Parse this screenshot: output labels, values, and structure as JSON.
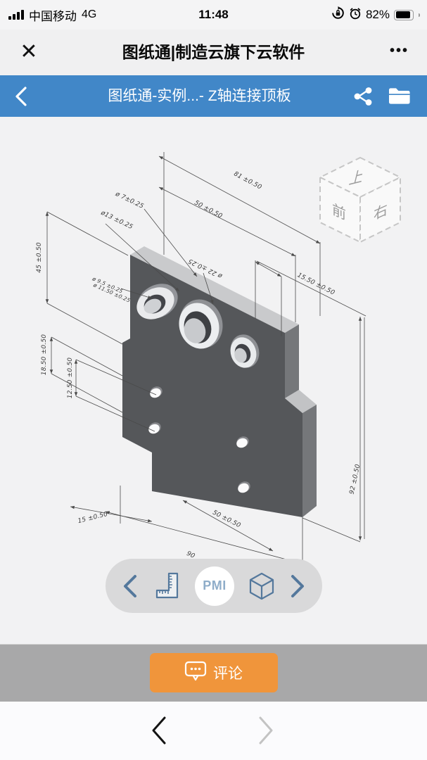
{
  "status_bar": {
    "carrier": "中国移动",
    "network": "4G",
    "time": "11:48",
    "battery_percent": "82%"
  },
  "nav_bar": {
    "close_glyph": "✕",
    "title": "图纸通|制造云旗下云软件",
    "more_glyph": "•••"
  },
  "doc_toolbar": {
    "title": "图纸通-实例...- Z轴连接顶板"
  },
  "viewer": {
    "view_cube": {
      "top": "上",
      "front": "前",
      "right": "右"
    },
    "dims": [
      {
        "text": "81 ±0.50"
      },
      {
        "text": "50 ±0.50"
      },
      {
        "text": "ø 7±0.25"
      },
      {
        "text": "ø13 ±0.25"
      },
      {
        "text": "45 ±0.50"
      },
      {
        "text": "ø 22 ±0.25"
      },
      {
        "text": "ø 9.5 ±0.25"
      },
      {
        "text": "ø 11.50 ±0.25"
      },
      {
        "text": "15.50 ±0.50"
      },
      {
        "text": "18.50 ±0.50"
      },
      {
        "text": "12.50 ±0.50"
      },
      {
        "text": "92 ±0.50"
      },
      {
        "text": "15 ±0.50"
      },
      {
        "text": "50 ±0.50"
      },
      {
        "text": "90"
      }
    ],
    "toolbar": {
      "pmi_label": "PMI"
    },
    "icons": [
      "chevron-left-icon",
      "ruler-icon",
      "pmi-button",
      "cube-icon",
      "chevron-right-icon"
    ]
  },
  "comment_button": {
    "label": "评论"
  },
  "colors": {
    "toolbar_blue": "#4187c8",
    "comment_orange": "#f0953b",
    "part_front": "#55575a",
    "part_top": "#c9cacc",
    "pill_gray": "#d9d9da",
    "tool_icon_blue": "#54789c",
    "band_gray": "#a8a8a9"
  }
}
